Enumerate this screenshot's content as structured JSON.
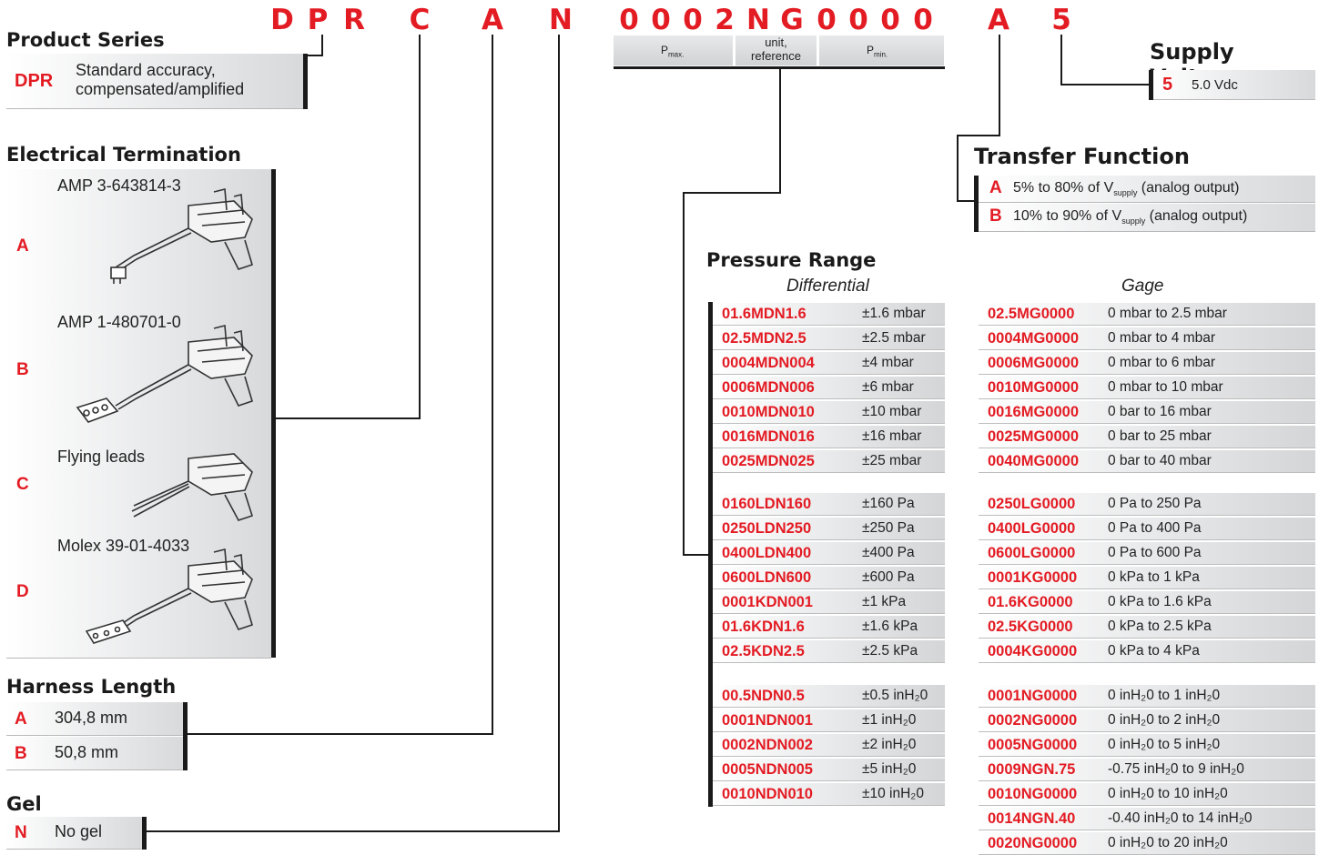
{
  "code": {
    "letters": [
      "D",
      "P",
      "R",
      "C",
      "A",
      "N",
      "0",
      "0",
      "0",
      "2",
      "N",
      "G",
      "0",
      "0",
      "0",
      "0",
      "A",
      "5"
    ]
  },
  "pressure_header": {
    "pmax_main": "P",
    "pmax_sub": "max.",
    "unit_line1": "unit,",
    "unit_line2": "reference",
    "pmin_main": "P",
    "pmin_sub": "min."
  },
  "product_series": {
    "title": "Product Series",
    "code": "DPR",
    "desc_line1": "Standard accuracy,",
    "desc_line2": "compensated/amplified"
  },
  "electrical": {
    "title": "Electrical Termination",
    "options": [
      {
        "code": "A",
        "label": "AMP 3-643814-3"
      },
      {
        "code": "B",
        "label": "AMP 1-480701-0"
      },
      {
        "code": "C",
        "label": "Flying leads"
      },
      {
        "code": "D",
        "label": "Molex 39-01-4033"
      }
    ]
  },
  "harness": {
    "title": "Harness Length",
    "options": [
      {
        "code": "A",
        "label": "304,8 mm"
      },
      {
        "code": "B",
        "label": "50,8 mm"
      }
    ]
  },
  "gel": {
    "title": "Gel",
    "options": [
      {
        "code": "N",
        "label": "No gel"
      }
    ]
  },
  "supply": {
    "title": "Supply Voltage",
    "code": "5",
    "label": "5.0 Vdc"
  },
  "transfer": {
    "title": "Transfer Function",
    "options": [
      {
        "code": "A",
        "pre": "5% to 80% of V",
        "sub": "supply",
        "post": " (analog output)"
      },
      {
        "code": "B",
        "pre": "10% to 90% of V",
        "sub": "supply",
        "post": " (analog output)"
      }
    ]
  },
  "pressure_range": {
    "title": "Pressure Range",
    "differential_label": "Differential",
    "gage_label": "Gage",
    "differential_groups": [
      [
        {
          "code": "01.6MDN1.6",
          "value": "±1.6 mbar"
        },
        {
          "code": "02.5MDN2.5",
          "value": "±2.5 mbar"
        },
        {
          "code": "0004MDN004",
          "value": "±4 mbar"
        },
        {
          "code": "0006MDN006",
          "value": "±6 mbar"
        },
        {
          "code": "0010MDN010",
          "value": "±10 mbar"
        },
        {
          "code": "0016MDN016",
          "value": "±16 mbar"
        },
        {
          "code": "0025MDN025",
          "value": "±25 mbar"
        }
      ],
      [
        {
          "code": "0160LDN160",
          "value": "±160 Pa"
        },
        {
          "code": "0250LDN250",
          "value": "±250 Pa"
        },
        {
          "code": "0400LDN400",
          "value": "±400 Pa"
        },
        {
          "code": "0600LDN600",
          "value": "±600 Pa"
        },
        {
          "code": "0001KDN001",
          "value": "±1 kPa"
        },
        {
          "code": "01.6KDN1.6",
          "value": "±1.6 kPa"
        },
        {
          "code": "02.5KDN2.5",
          "value": "±2.5 kPa"
        }
      ],
      [
        {
          "code": "00.5NDN0.5",
          "value": "±0.5 inH₂0"
        },
        {
          "code": "0001NDN001",
          "value": "±1 inH₂0"
        },
        {
          "code": "0002NDN002",
          "value": "±2 inH₂0"
        },
        {
          "code": "0005NDN005",
          "value": "±5 inH₂0"
        },
        {
          "code": "0010NDN010",
          "value": "±10 inH₂0"
        }
      ]
    ],
    "gage_groups": [
      [
        {
          "code": "02.5MG0000",
          "value": "0 mbar to 2.5 mbar"
        },
        {
          "code": "0004MG0000",
          "value": "0 mbar to 4 mbar"
        },
        {
          "code": "0006MG0000",
          "value": "0 mbar to 6 mbar"
        },
        {
          "code": "0010MG0000",
          "value": "0 mbar to 10 mbar"
        },
        {
          "code": "0016MG0000",
          "value": "0 bar to 16 mbar"
        },
        {
          "code": "0025MG0000",
          "value": "0 bar to 25 mbar"
        },
        {
          "code": "0040MG0000",
          "value": "0 bar to 40 mbar"
        }
      ],
      [
        {
          "code": "0250LG0000",
          "value": "0 Pa to 250 Pa"
        },
        {
          "code": "0400LG0000",
          "value": "0 Pa to 400 Pa"
        },
        {
          "code": "0600LG0000",
          "value": "0 Pa to 600 Pa"
        },
        {
          "code": "0001KG0000",
          "value": "0 kPa to 1 kPa"
        },
        {
          "code": "01.6KG0000",
          "value": "0 kPa to 1.6 kPa"
        },
        {
          "code": "02.5KG0000",
          "value": "0 kPa to 2.5 kPa"
        },
        {
          "code": "0004KG0000",
          "value": "0 kPa to 4 kPa"
        }
      ],
      [
        {
          "code": "0001NG0000",
          "value": "0 inH₂0 to 1 inH₂0"
        },
        {
          "code": "0002NG0000",
          "value": "0 inH₂0 to 2 inH₂0"
        },
        {
          "code": "0005NG0000",
          "value": "0 inH₂0 to 5 inH₂0"
        },
        {
          "code": "0009NGN.75",
          "value": "-0.75 inH₂0 to 9 inH₂0"
        },
        {
          "code": "0010NG0000",
          "value": "0 inH₂0 to 10 inH₂0"
        },
        {
          "code": "0014NGN.40",
          "value": "-0.40 inH₂0 to 14 inH₂0"
        },
        {
          "code": "0020NG0000",
          "value": "0 inH₂0 to 20 inH₂0"
        }
      ]
    ]
  }
}
